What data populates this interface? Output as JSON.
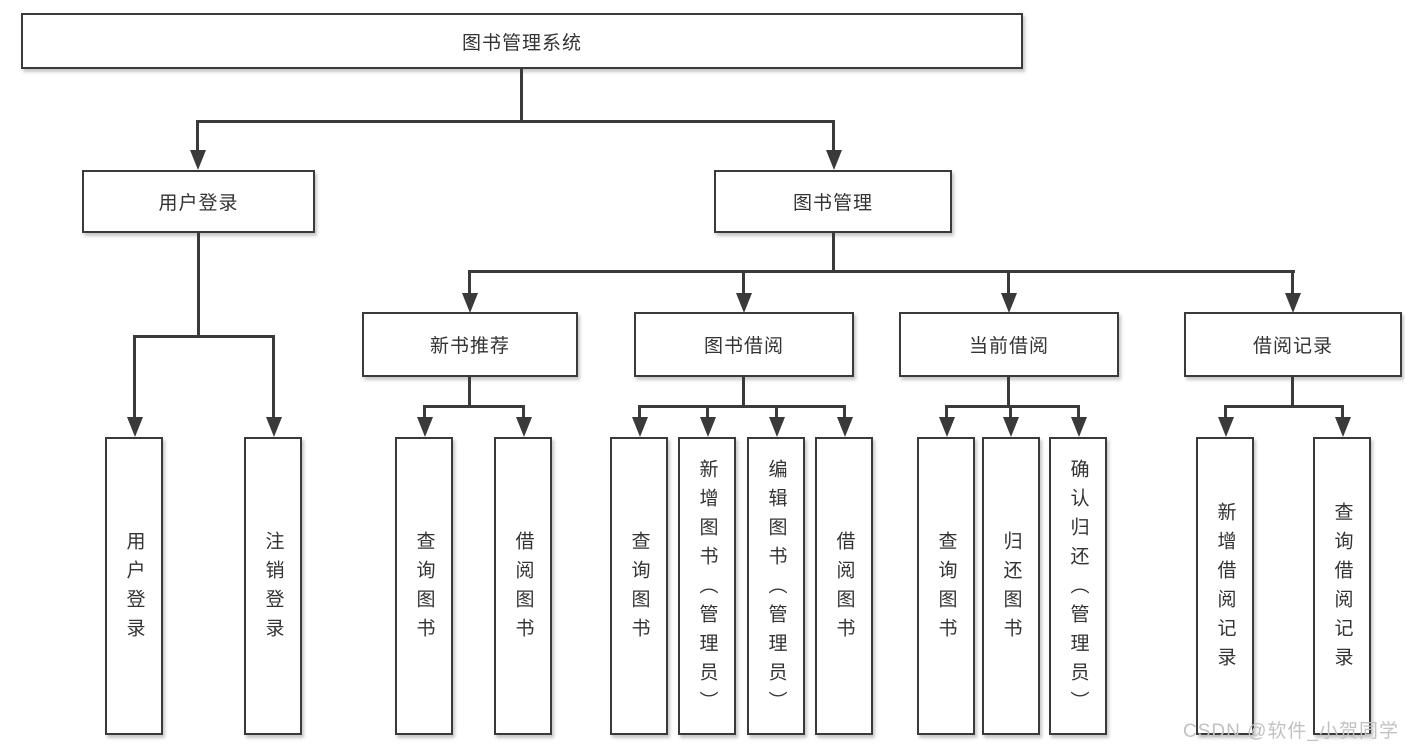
{
  "diagram": {
    "title": "图书管理系统",
    "branches": {
      "user_login": {
        "label": "用户登录",
        "children": [
          "用户登录",
          "注销登录"
        ]
      },
      "book_management": {
        "label": "图书管理",
        "sections": {
          "new_books": {
            "label": "新书推荐",
            "children": [
              "查询图书",
              "借阅图书"
            ]
          },
          "borrowing": {
            "label": "图书借阅",
            "children": [
              "查询图书",
              "新增图书（管理员）",
              "编辑图书（管理员）",
              "借阅图书"
            ]
          },
          "current": {
            "label": "当前借阅",
            "children": [
              "查询图书",
              "归还图书",
              "确认归还（管理员）"
            ]
          },
          "records": {
            "label": "借阅记录",
            "children": [
              "新增借阅记录",
              "查询借阅记录"
            ]
          }
        }
      }
    }
  },
  "watermark": "CSDN @软件_小贺同学",
  "colors": {
    "line": "#3a3a3a",
    "box_background": "#ffffff",
    "text": "#333333",
    "watermark": "#c2c2c2"
  }
}
